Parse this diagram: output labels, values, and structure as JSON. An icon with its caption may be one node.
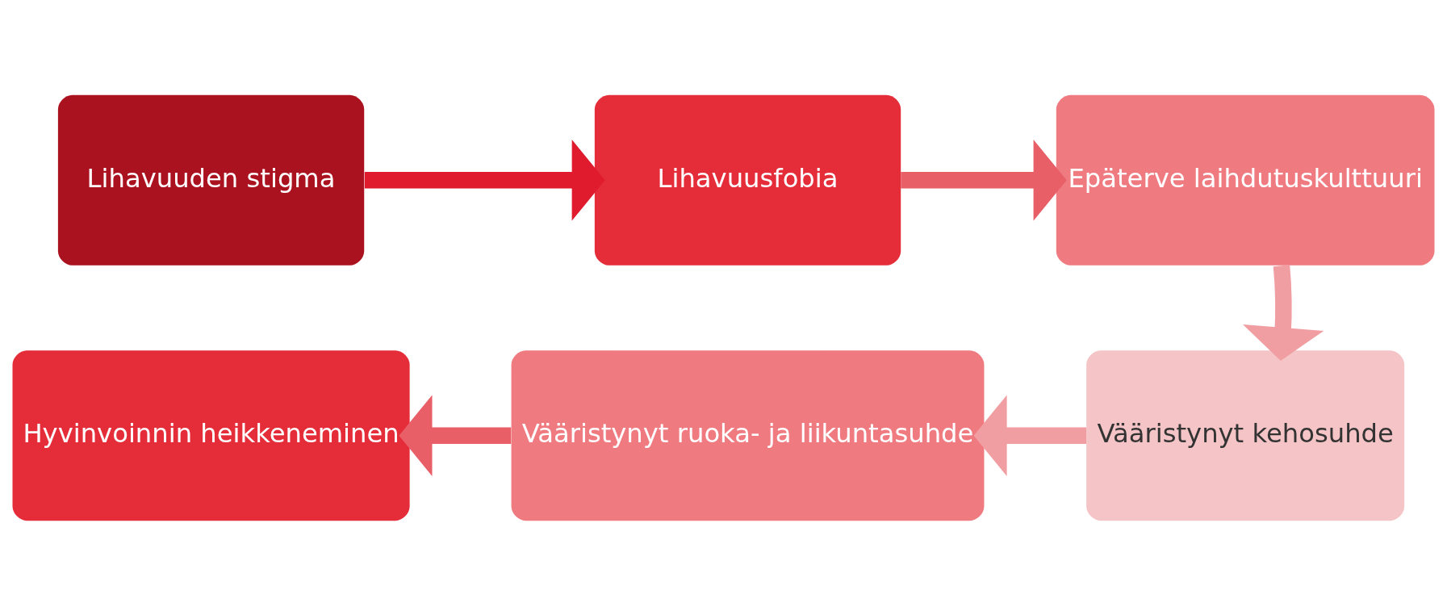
{
  "diagram": {
    "nodes": [
      {
        "text": [
          "Lihavuuden stigma"
        ]
      },
      {
        "text": [
          "Lihavuusfobia"
        ]
      },
      {
        "text": [
          "Epäterve laihdutuskulttuuri"
        ]
      },
      {
        "text": [
          "Vääristynyt kehosuhde"
        ]
      },
      {
        "text": [
          "Vääristynyt ruoka- ja liikuntasuhde"
        ]
      },
      {
        "text": [
          "Hyvinvoinnin heikkeneminen"
        ]
      }
    ],
    "edges": [
      {
        "from": 0,
        "to": 1,
        "arrow": "to",
        "color": "#e01b2e"
      },
      {
        "from": 1,
        "to": 2,
        "arrow": "to",
        "color": "#e95f68"
      },
      {
        "from": 2,
        "to": 3,
        "arrow": "to",
        "color": "#f19ea2"
      },
      {
        "from": 3,
        "to": 4,
        "arrow": "to",
        "color": "#f19ea2"
      },
      {
        "from": 4,
        "to": 5,
        "arrow": "to",
        "color": "#e95f68"
      }
    ]
  }
}
